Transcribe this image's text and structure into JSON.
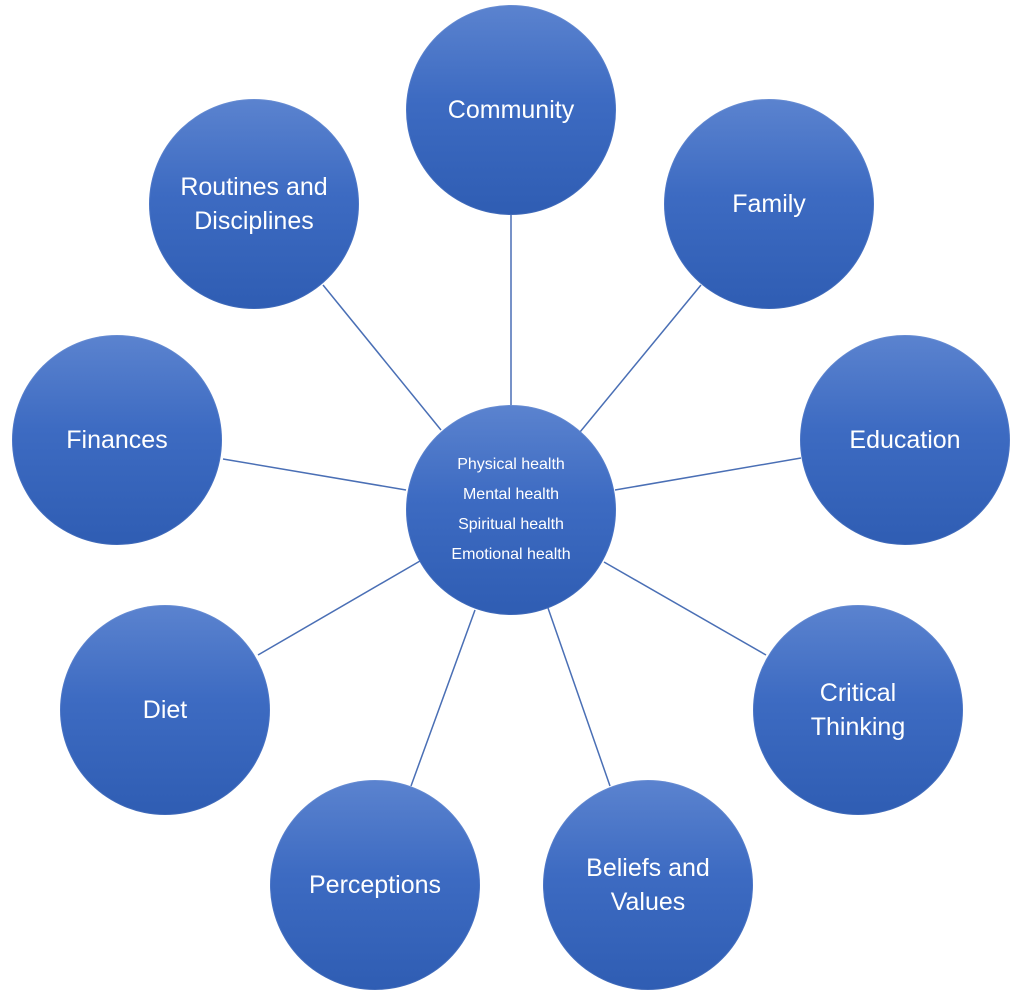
{
  "center": {
    "lines": [
      "Physical health",
      "Mental health",
      "Spiritual health",
      "Emotional health"
    ]
  },
  "nodes": [
    {
      "label": "Community"
    },
    {
      "label": "Family"
    },
    {
      "label": "Education"
    },
    {
      "label": "Critical Thinking"
    },
    {
      "label": "Beliefs and Values"
    },
    {
      "label": "Perceptions"
    },
    {
      "label": "Diet"
    },
    {
      "label": "Finances"
    },
    {
      "label": "Routines and Disciplines"
    }
  ],
  "colors": {
    "node_fill": "#4472c4",
    "connector": "#4a6fb5",
    "text": "#ffffff"
  }
}
